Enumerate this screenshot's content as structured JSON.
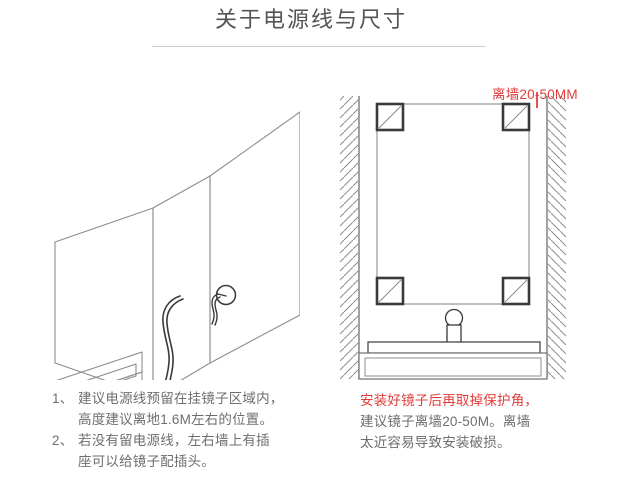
{
  "header": {
    "title": "关于电源线与尺寸"
  },
  "annotations": {
    "wall_gap_label": "离墙20-50MM"
  },
  "left_diagram": {
    "name": "power-cord-isometric-illustration",
    "parts": [
      {
        "label": "mirror-panel"
      },
      {
        "label": "wall-panel"
      },
      {
        "label": "power-cord"
      },
      {
        "label": "wall-outlet"
      },
      {
        "label": "vanity-cabinet"
      }
    ]
  },
  "right_diagram": {
    "name": "mirror-wall-clearance-illustration",
    "parts": [
      {
        "label": "left-wall"
      },
      {
        "label": "right-wall"
      },
      {
        "label": "mirror-outline"
      },
      {
        "label": "corner-protector"
      },
      {
        "label": "faucet"
      },
      {
        "label": "counter-top"
      },
      {
        "label": "vanity-cabinet"
      }
    ]
  },
  "left_caption": {
    "items": [
      {
        "marker": "1、",
        "lines": [
          "建议电源线预留在挂镜子区域内，",
          "高度建议离地1.6M左右的位置。"
        ]
      },
      {
        "marker": "2、",
        "lines": [
          "若没有留电源线，左右墙上有插",
          "座可以给镜子配插头。"
        ]
      }
    ]
  },
  "right_caption": {
    "line1_red": "安装好镜子后再取掉保护角，",
    "line2": "建议镜子离墙20-50M。离墙",
    "line3": "太近容易导致安装破损。"
  },
  "colors": {
    "accent_red": "#e23b3b",
    "body_text": "#6e6e6e",
    "title_text": "#555555",
    "line_gray": "#8d8d8d",
    "divider": "#cfcfcf",
    "dark_line": "#3a3a3a"
  }
}
